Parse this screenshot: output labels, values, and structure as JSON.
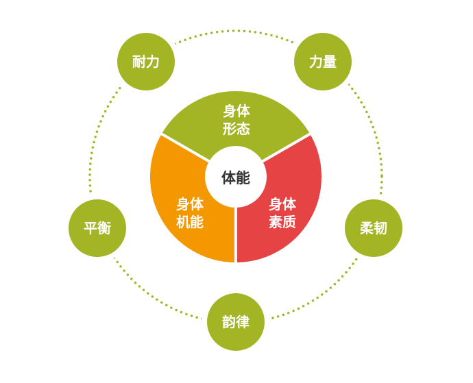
{
  "colors": {
    "green": "#a3b425",
    "orange": "#f39800",
    "red": "#e64444",
    "center_text": "#333333"
  },
  "center": {
    "label": "体能"
  },
  "segments": [
    {
      "line1": "身体",
      "line2": "形态"
    },
    {
      "line1": "身体",
      "line2": "机能"
    },
    {
      "line1": "身体",
      "line2": "素质"
    }
  ],
  "outer_nodes": [
    "耐力",
    "力量",
    "柔韧",
    "韵律",
    "平衡"
  ]
}
